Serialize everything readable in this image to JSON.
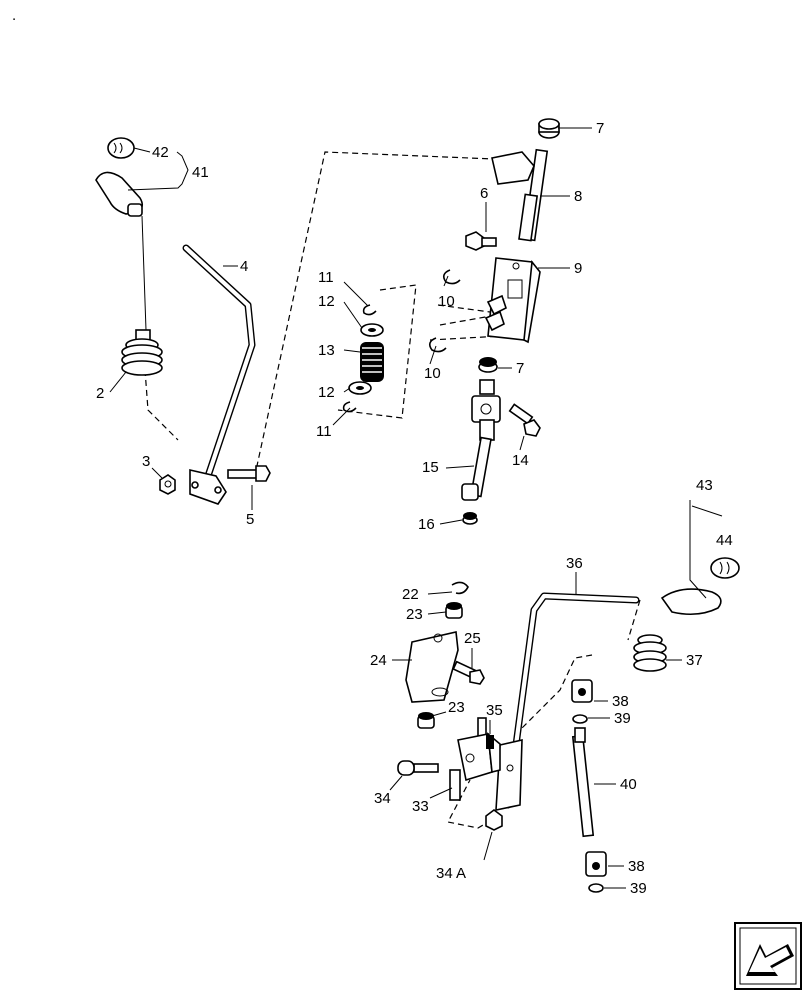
{
  "corner_mark": ".",
  "callouts": [
    "42",
    "41",
    "4",
    "2",
    "3",
    "5",
    "7",
    "8",
    "6",
    "9",
    "11",
    "12",
    "13",
    "12",
    "11",
    "10",
    "10",
    "7",
    "14",
    "15",
    "16",
    "43",
    "44",
    "36",
    "22",
    "23",
    "25",
    "24",
    "37",
    "38",
    "39",
    "23",
    "35",
    "34",
    "33",
    "40",
    "34 A",
    "38",
    "39"
  ],
  "nav": {
    "icon": "arrow-icon"
  }
}
